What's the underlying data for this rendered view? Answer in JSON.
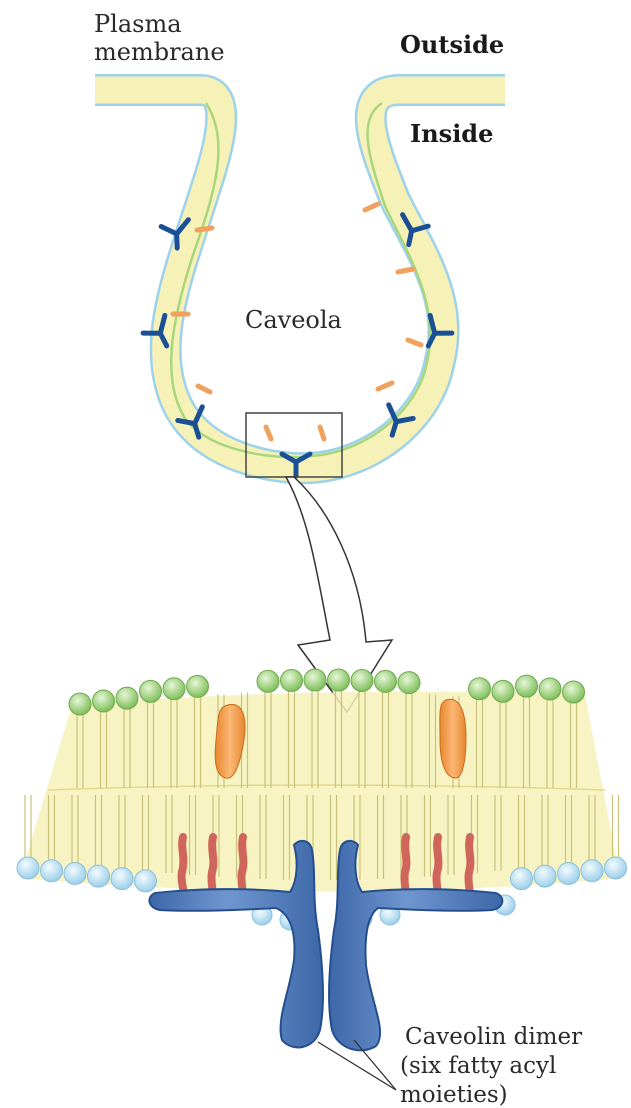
{
  "labels": {
    "plasma_membrane_line1": "Plasma",
    "plasma_membrane_line2": "membrane",
    "outside": "Outside",
    "inside": "Inside",
    "caveola": "Caveola",
    "caveolin_line1": "Caveolin dimer",
    "caveolin_line2": "(six fatty acyl",
    "caveolin_line3": "moieties)"
  },
  "colors": {
    "membrane_fill": "#f6f1b7",
    "outer_leaflet_edge": "#9dd2ec",
    "inner_leaflet_edge": "#a8d67c",
    "caveolin_blue": "#1a4f96",
    "caveolin_fill": "#5b84bf",
    "acyl_orange": "#f0a15e",
    "acyl_red": "#d0655c",
    "head_green": "#9ccf77",
    "head_blue": "#bfe1f4"
  }
}
